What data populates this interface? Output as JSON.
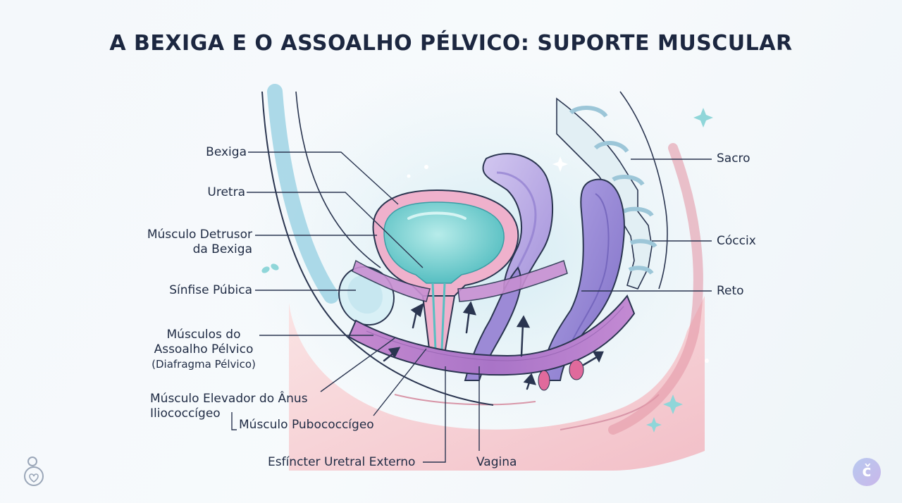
{
  "title": "A BEXIGA E O ASSOALHO PÉLVICO: SUPORTE MUSCULAR",
  "labels": {
    "bexiga": "Bexiga",
    "uretra": "Uretra",
    "detrusor_1": "Músculo Detrusor",
    "detrusor_2": "da Bexiga",
    "sinfise": "Sínfise Púbica",
    "assoalho_1": "Músculos do",
    "assoalho_2": "Assoalho Pélvico",
    "assoalho_3": "(Diafragma Pélvico)",
    "elevador_1": "Músculo Elevador do Ânus",
    "elevador_2": "Iliococcígeo",
    "pubococcigeo": "Músculo Pubococcígeo",
    "esfincter": "Esfíncter Uretral Externo",
    "vagina": "Vagina",
    "sacro": "Sacro",
    "coccix": "Cóccix",
    "reto": "Reto"
  },
  "logo_right_letter": "č",
  "colors": {
    "bladder": "#7fd3d3",
    "bladder_wall": "#e7a3c4",
    "muscle": "#b07cc6",
    "uterus": "#b9a8e0",
    "rectum": "#8e7fcf",
    "bone": "#dfeef3",
    "skin": "#f6c8cc",
    "line": "#2a3550"
  }
}
